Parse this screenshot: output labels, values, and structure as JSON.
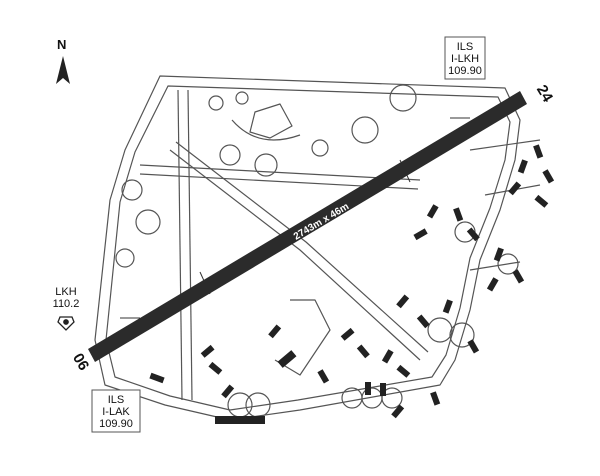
{
  "north": "N",
  "runway": {
    "dimensions": "2743m x 46m",
    "end_southwest": "06",
    "end_northeast": "24"
  },
  "ils_northeast": {
    "line1": "ILS",
    "line2": "I-LKH",
    "line3": "109.90"
  },
  "ils_southwest": {
    "line1": "ILS",
    "line2": "I-LAK",
    "line3": "109.90"
  },
  "navaid": {
    "ident": "LKH",
    "frequency": "110.2"
  },
  "colors": {
    "runway": "#2b2b2b",
    "taxiway_edge": "#555555",
    "background": "#ffffff"
  }
}
